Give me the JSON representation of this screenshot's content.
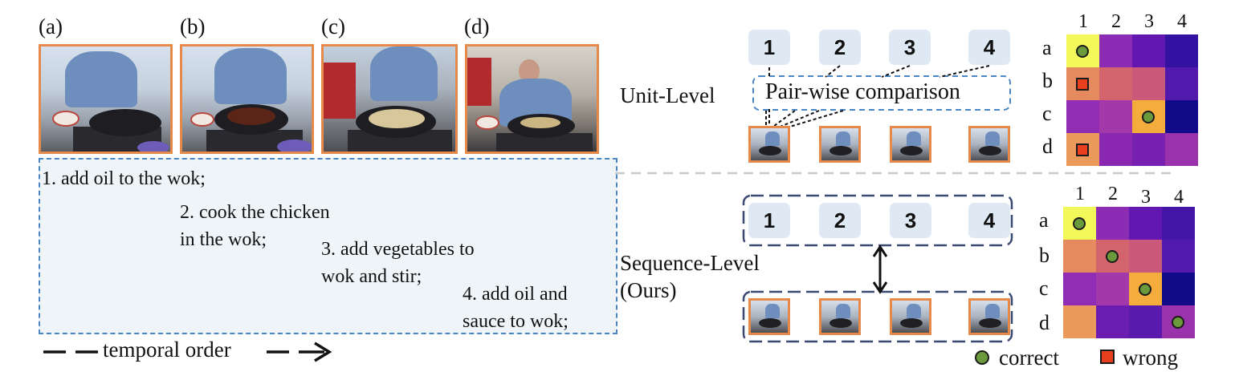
{
  "frames": [
    {
      "label": "(a)"
    },
    {
      "label": "(b)"
    },
    {
      "label": "(c)"
    },
    {
      "label": "(d)"
    }
  ],
  "steps": [
    "1. add oil to the wok;",
    "2. cook the chicken\nin the wok;",
    "3. add vegetables to\nwok and stir;",
    "4. add oil and\nsauce to wok;"
  ],
  "temporal_label": "temporal order",
  "unit_level": {
    "label": "Unit-Level",
    "numbers": [
      "1",
      "2",
      "3",
      "4"
    ],
    "comparison_label": "Pair-wise comparison"
  },
  "sequence_level": {
    "label_line1": "Sequence-Level",
    "label_line2": "(Ours)",
    "numbers": [
      "1",
      "2",
      "3",
      "4"
    ]
  },
  "heatmaps": {
    "col_labels": [
      "1",
      "2",
      "3",
      "4"
    ],
    "row_labels": [
      "a",
      "b",
      "c",
      "d"
    ],
    "unit": {
      "colors": [
        [
          "#f3f85a",
          "#8c2bb3",
          "#6218b0",
          "#3412a1"
        ],
        [
          "#e5895e",
          "#d3646e",
          "#cb5a7a",
          "#5219ad"
        ],
        [
          "#912db4",
          "#a238a9",
          "#f4ad3c",
          "#110a89"
        ],
        [
          "#eb9a5c",
          "#8a27b1",
          "#7821b1",
          "#9a33ab"
        ]
      ],
      "markers": [
        {
          "row": 0,
          "col": 0,
          "type": "correct"
        },
        {
          "row": 1,
          "col": 0,
          "type": "wrong"
        },
        {
          "row": 2,
          "col": 2,
          "type": "correct"
        },
        {
          "row": 3,
          "col": 0,
          "type": "wrong"
        }
      ]
    },
    "sequence": {
      "colors": [
        [
          "#f3f85a",
          "#8c2bb3",
          "#6218b0",
          "#4416a8"
        ],
        [
          "#e5895e",
          "#d3646e",
          "#cb5a7a",
          "#5219ad"
        ],
        [
          "#912db4",
          "#a238a9",
          "#f4ad3c",
          "#110a89"
        ],
        [
          "#eb9a5c",
          "#6a1db0",
          "#5a1aae",
          "#9a33ab"
        ]
      ],
      "markers": [
        {
          "row": 0,
          "col": 0,
          "type": "correct"
        },
        {
          "row": 1,
          "col": 1,
          "type": "correct"
        },
        {
          "row": 2,
          "col": 2,
          "type": "correct"
        },
        {
          "row": 3,
          "col": 3,
          "type": "correct"
        }
      ]
    }
  },
  "legend": {
    "correct_label": "correct",
    "wrong_label": "wrong"
  },
  "colors": {
    "frame_border": "#e58a4a",
    "dashed_blue": "#4a86c5",
    "group_navy": "#3a4a72",
    "number_box": "#dfe9f4",
    "correct_dot": "#6b9a3c",
    "wrong_square": "#e8401f"
  }
}
